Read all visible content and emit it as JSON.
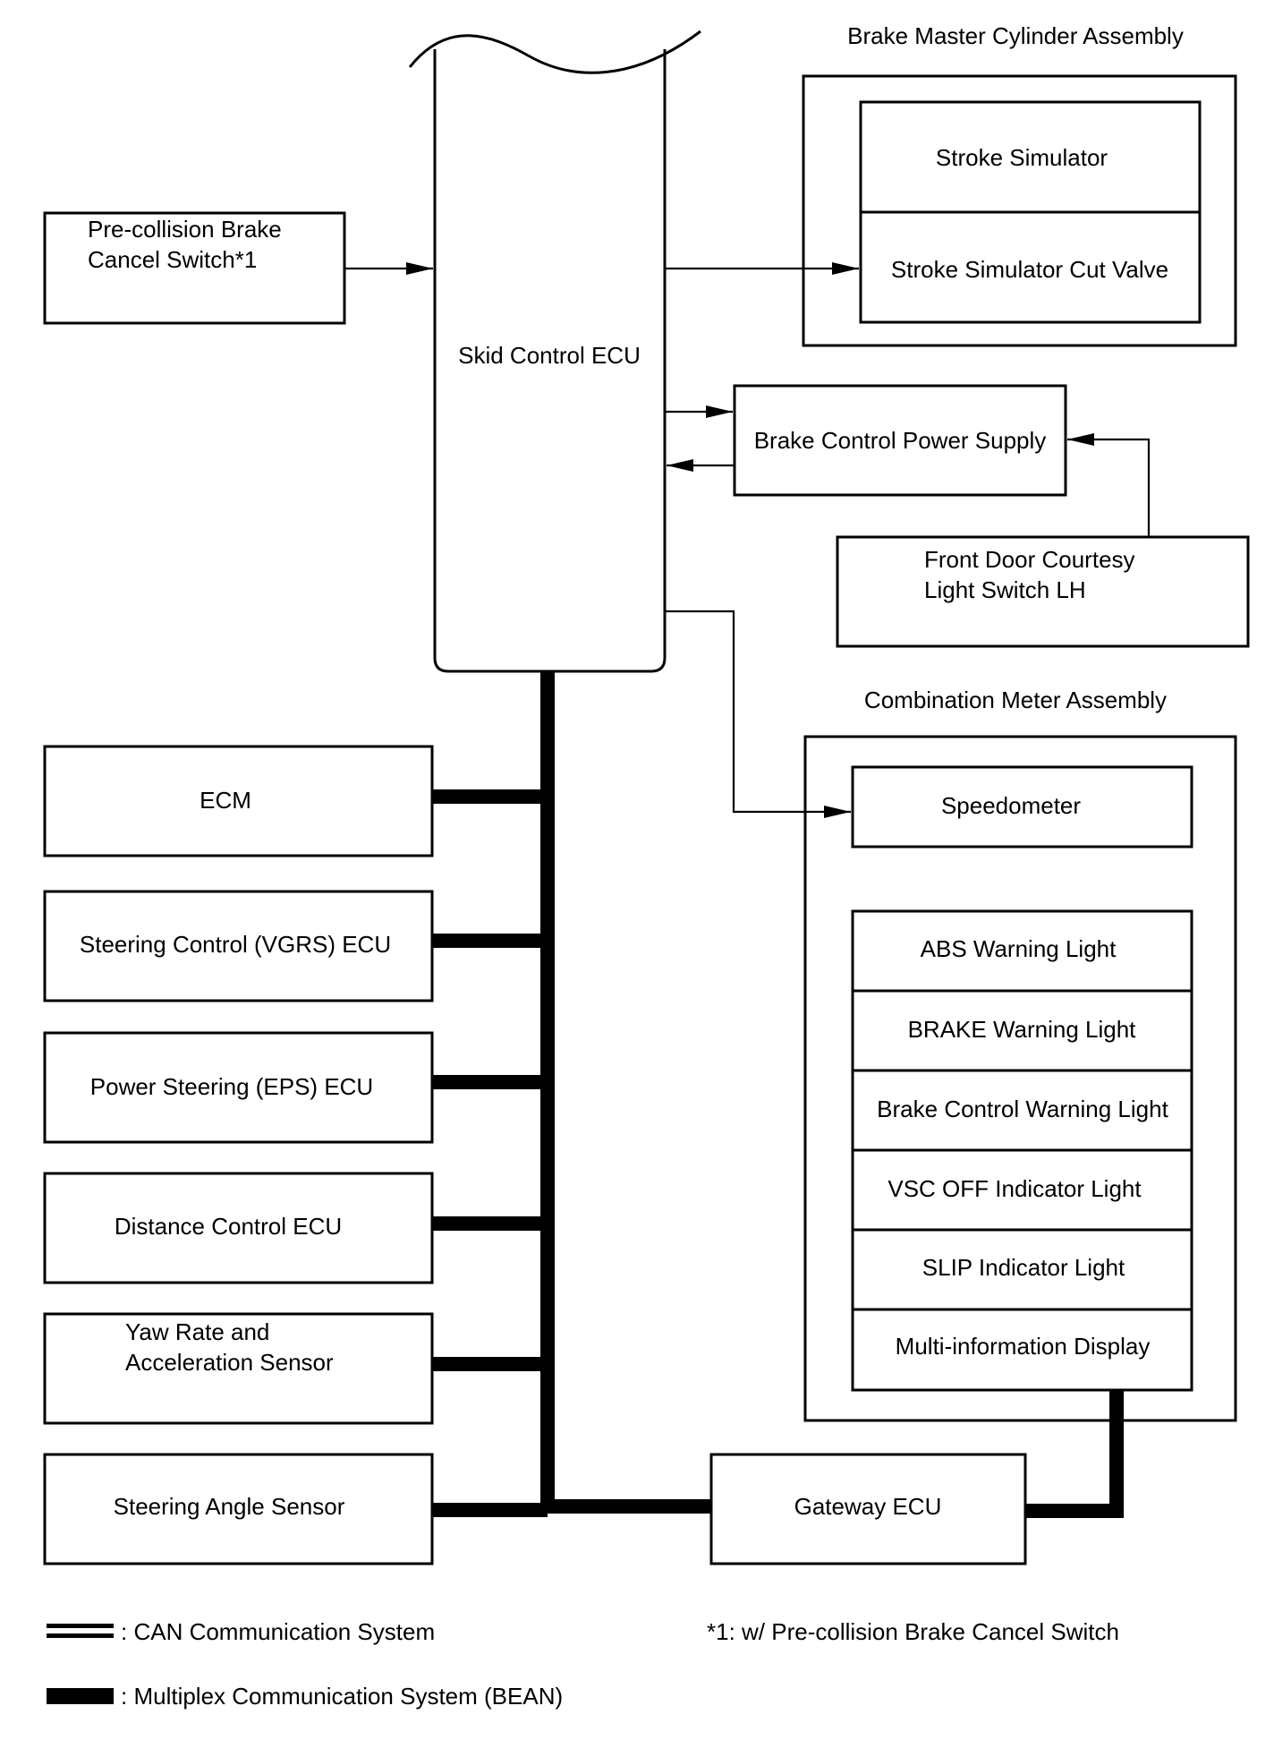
{
  "skid_ecu": {
    "label": "Skid Control ECU"
  },
  "precollision_switch": {
    "line1": "Pre-collision Brake",
    "line2": "Cancel Switch*1"
  },
  "brake_master": {
    "title": "Brake Master Cylinder Assembly",
    "stroke_simulator": "Stroke Simulator",
    "cut_valve": "Stroke Simulator Cut Valve"
  },
  "power_supply": {
    "label": "Brake Control Power Supply"
  },
  "front_door": {
    "line1": "Front Door Courtesy",
    "line2": "Light Switch LH"
  },
  "combination_meter": {
    "title": "Combination Meter Assembly",
    "speedometer": "Speedometer",
    "lights": [
      "ABS Warning Light",
      "BRAKE Warning Light",
      "Brake Control Warning Light",
      "VSC OFF Indicator Light",
      "SLIP Indicator Light",
      "Multi-information Display"
    ]
  },
  "left_ecus": [
    {
      "line1": "ECM"
    },
    {
      "line1": "Steering Control (VGRS) ECU"
    },
    {
      "line1": "Power Steering (EPS) ECU"
    },
    {
      "line1": "Distance Control ECU"
    },
    {
      "line1": "Yaw Rate and",
      "line2": "Acceleration Sensor"
    },
    {
      "line1": "Steering Angle Sensor"
    }
  ],
  "gateway": {
    "label": "Gateway ECU"
  },
  "legend": {
    "can": ": CAN Communication System",
    "bean": ": Multiplex Communication System (BEAN)"
  },
  "footnote": "*1: w/ Pre-collision Brake Cancel Switch"
}
